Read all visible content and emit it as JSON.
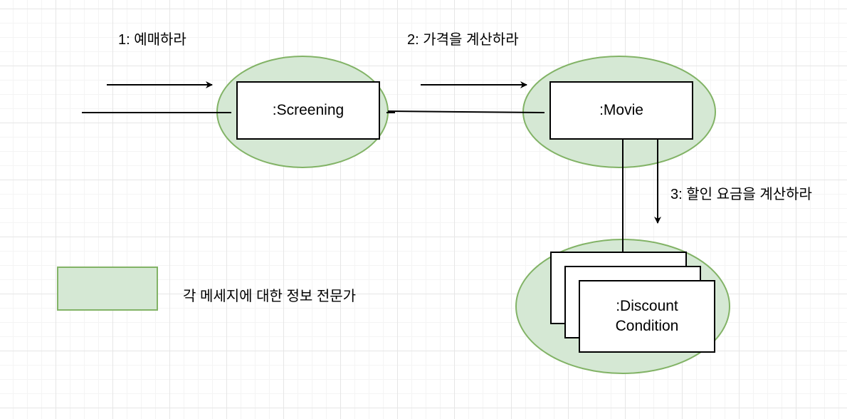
{
  "colors": {
    "fill": "#d5e8d4",
    "stroke": "#82b366",
    "line": "#000000"
  },
  "nodes": {
    "screening": ":Screening",
    "movie": ":Movie",
    "discount_line1": ":Discount",
    "discount_line2": "Condition"
  },
  "messages": {
    "m1": "1: 예매하라",
    "m2": "2: 가격을 계산하라",
    "m3": "3: 할인 요금을 계산하라"
  },
  "legend": {
    "label": "각 메세지에 대한 정보 전문가"
  }
}
